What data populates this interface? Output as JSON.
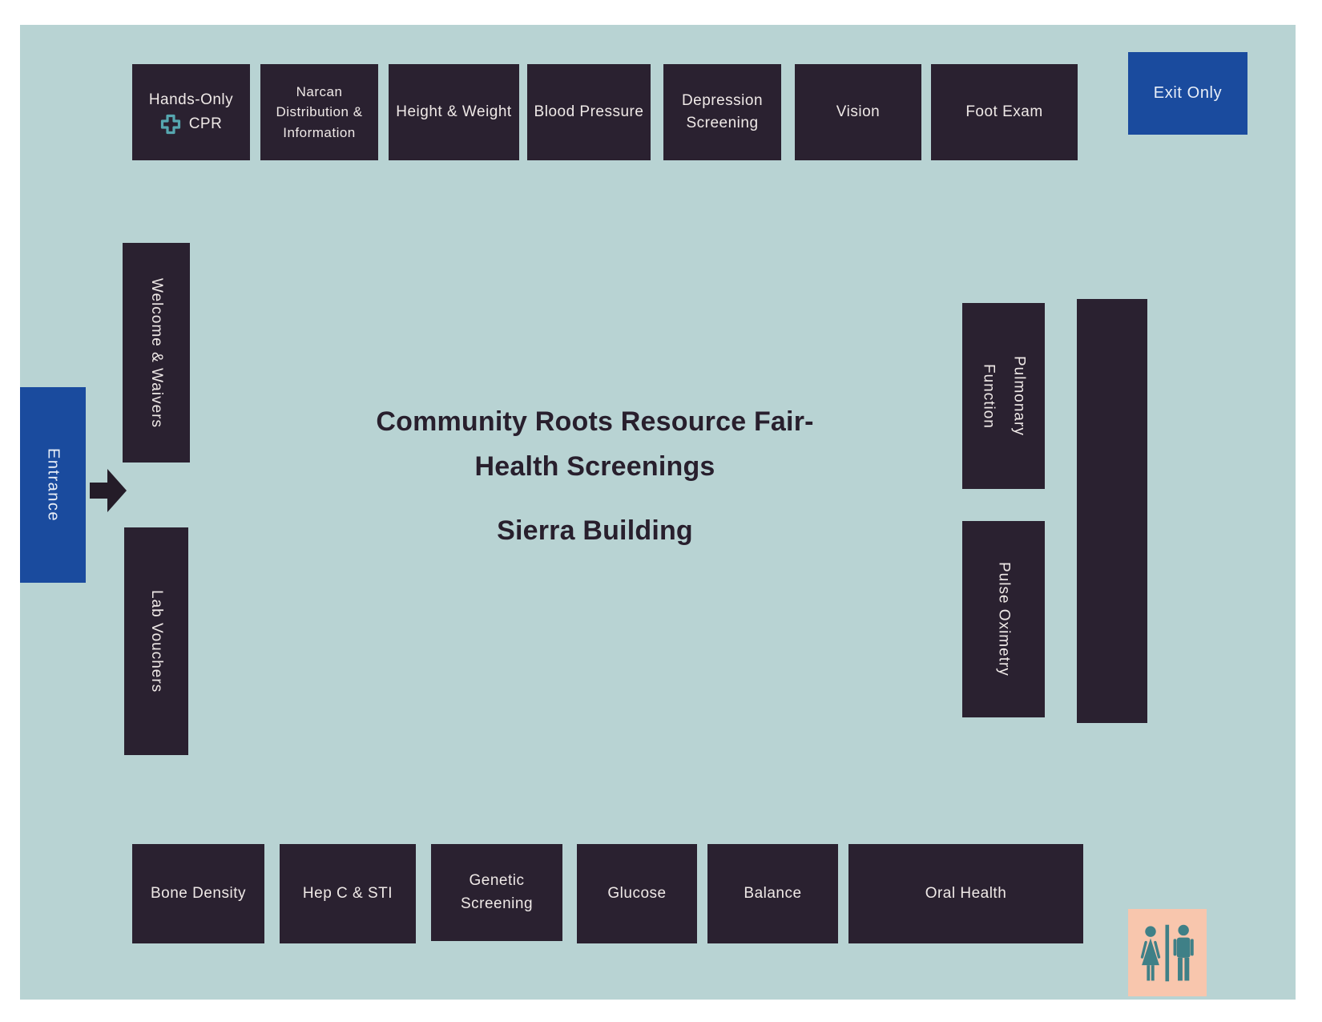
{
  "title": {
    "heading": "Community Roots Resource Fair-\nHealth Screenings",
    "building": "Sierra Building"
  },
  "signs": {
    "entrance": "Entrance",
    "exit": "Exit Only"
  },
  "top_row": [
    {
      "label": "Hands-Only",
      "label2": "CPR"
    },
    {
      "label": "Narcan Distribution & Information"
    },
    {
      "label": "Height & Weight"
    },
    {
      "label": "Blood Pressure"
    },
    {
      "label": "Depression Screening"
    },
    {
      "label": "Vision"
    },
    {
      "label": "Foot Exam"
    }
  ],
  "left_column": [
    {
      "label": "Welcome & Waivers"
    },
    {
      "label": "Lab Vouchers"
    }
  ],
  "right_column": [
    {
      "label": "Pulmonary\nFunction"
    },
    {
      "label": "Pulse Oximetry"
    }
  ],
  "bottom_row": [
    {
      "label": "Bone Density"
    },
    {
      "label": "Hep C & STI"
    },
    {
      "label": "Genetic Screening"
    },
    {
      "label": "Glucose"
    },
    {
      "label": "Balance"
    },
    {
      "label": "Oral Health"
    }
  ],
  "icons": {
    "cpr_cross": "medical-cross-icon",
    "entrance_arrow": "right-arrow-icon",
    "restroom": "restroom-figures-icon"
  },
  "colors": {
    "background": "#b8d3d3",
    "booth": "#2a2130",
    "sign_blue": "#1a4b9e",
    "restroom_bg": "#f8c6ad",
    "restroom_figure": "#3f8087",
    "cpr_cross": "#56a7b0"
  }
}
